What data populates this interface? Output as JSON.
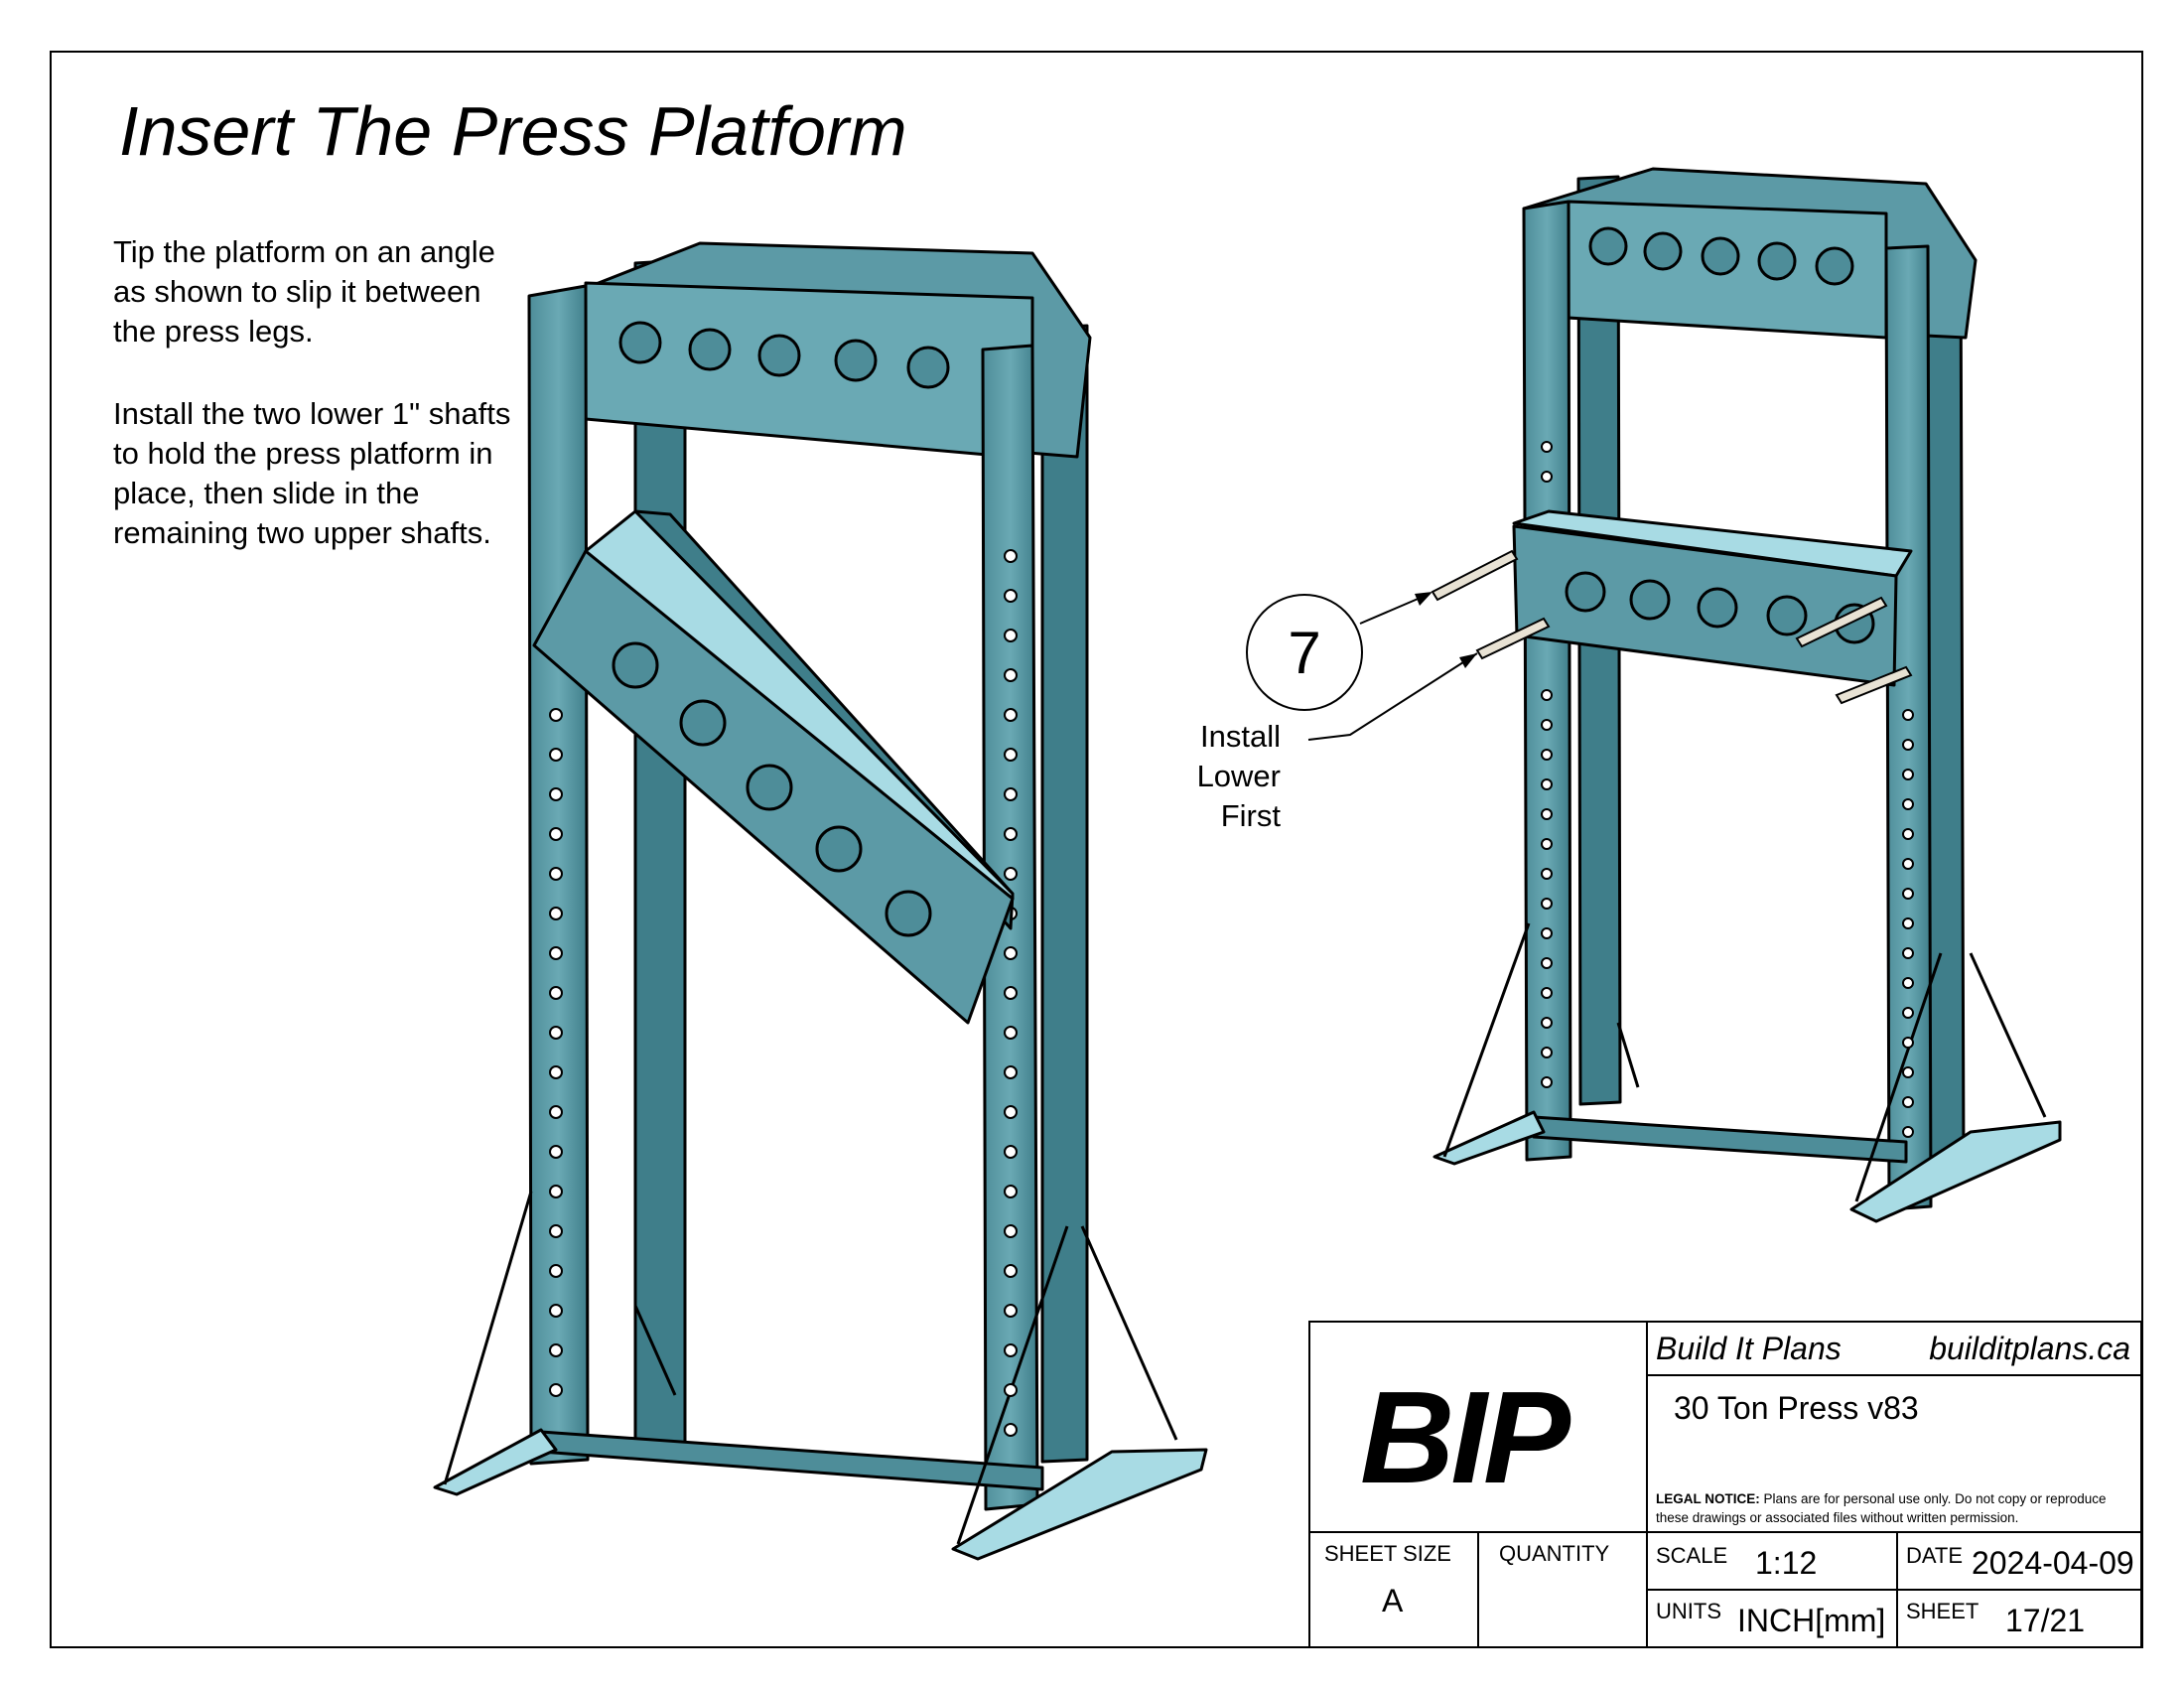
{
  "page": {
    "title": "Insert The Press Platform",
    "instructions": [
      "Tip the platform on an angle as shown to slip it between the press legs.",
      "Install the two lower 1\" shafts to hold the press platform in place, then slide in the remaining two upper shafts."
    ]
  },
  "callout": {
    "number": "7",
    "label": "Install Lower First"
  },
  "title_block": {
    "logo": "BIP",
    "company": "Build It Plans",
    "website": "builditplans.ca",
    "project": "30 Ton Press v83",
    "legal_heading": "LEGAL NOTICE:",
    "legal_text": "Plans are for personal use only. Do not copy or reproduce these drawings or associated files without written permission.",
    "sheet_size_label": "SHEET SIZE",
    "sheet_size": "A",
    "quantity_label": "QUANTITY",
    "quantity": "",
    "scale_label": "SCALE",
    "scale": "1:12",
    "date_label": "DATE",
    "date": "2024-04-09",
    "units_label": "UNITS",
    "units": "INCH[mm]",
    "sheet_label": "SHEET",
    "sheet": "17/21"
  },
  "colors": {
    "steel": "#5c9aa6",
    "steel_dark": "#2f6c78",
    "steel_light": "#a8dbe4",
    "line": "#000000"
  }
}
